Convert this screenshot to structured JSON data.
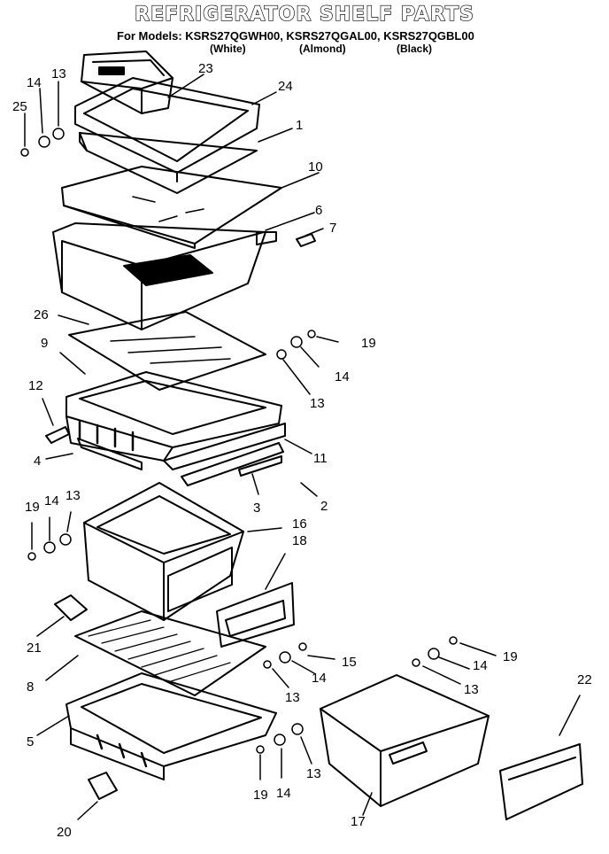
{
  "title": "REFRIGERATOR SHELF PARTS",
  "models_line": "For Models: KSRS27QGWH00, KSRS27QGAL00, KSRS27QGBL00",
  "finishes": [
    "(White)",
    "(Almond)",
    "(Black)"
  ],
  "callouts": [
    "25",
    "14",
    "13",
    "23",
    "24",
    "1",
    "10",
    "6",
    "7",
    "26",
    "9",
    "19",
    "14",
    "13",
    "12",
    "4",
    "11",
    "3",
    "2",
    "19",
    "14",
    "13",
    "16",
    "18",
    "21",
    "15",
    "14",
    "19",
    "14",
    "8",
    "13",
    "13",
    "22",
    "5",
    "13",
    "19",
    "14",
    "17",
    "20"
  ]
}
